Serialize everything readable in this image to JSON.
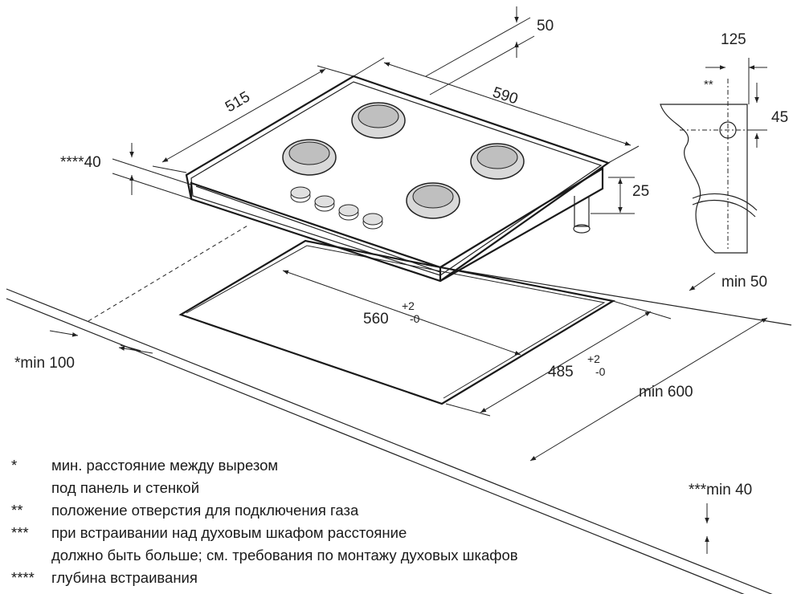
{
  "dimensions": {
    "width_hob": "590",
    "depth_hob": "515",
    "offset_top": "50",
    "height_hob": "25",
    "depth_install": "****40",
    "gas_pos_x": "125",
    "gas_pos_y": "45",
    "gas_mark": "**",
    "wall_min": "min 50",
    "cutout_w": "560",
    "cutout_w_tol_plus": "+2",
    "cutout_w_tol_minus": "-0",
    "cutout_d": "485",
    "cutout_d_tol_plus": "+2",
    "cutout_d_tol_minus": "-0",
    "min_front": "*min 100",
    "min_depth": "min 600",
    "min_oven": "***min 40"
  },
  "legend": [
    {
      "mark": "*",
      "lines": [
        "мин. расстояние между вырезом",
        "под панель и стенкой"
      ]
    },
    {
      "mark": "**",
      "lines": [
        "положение отверстия для подключения газа"
      ]
    },
    {
      "mark": "***",
      "lines": [
        "при встраивании над духовым шкафом расстояние",
        "должно быть больше; см. требования по монтажу духовых шкафов"
      ]
    },
    {
      "mark": "****",
      "lines": [
        "глубина встраивания"
      ]
    }
  ]
}
